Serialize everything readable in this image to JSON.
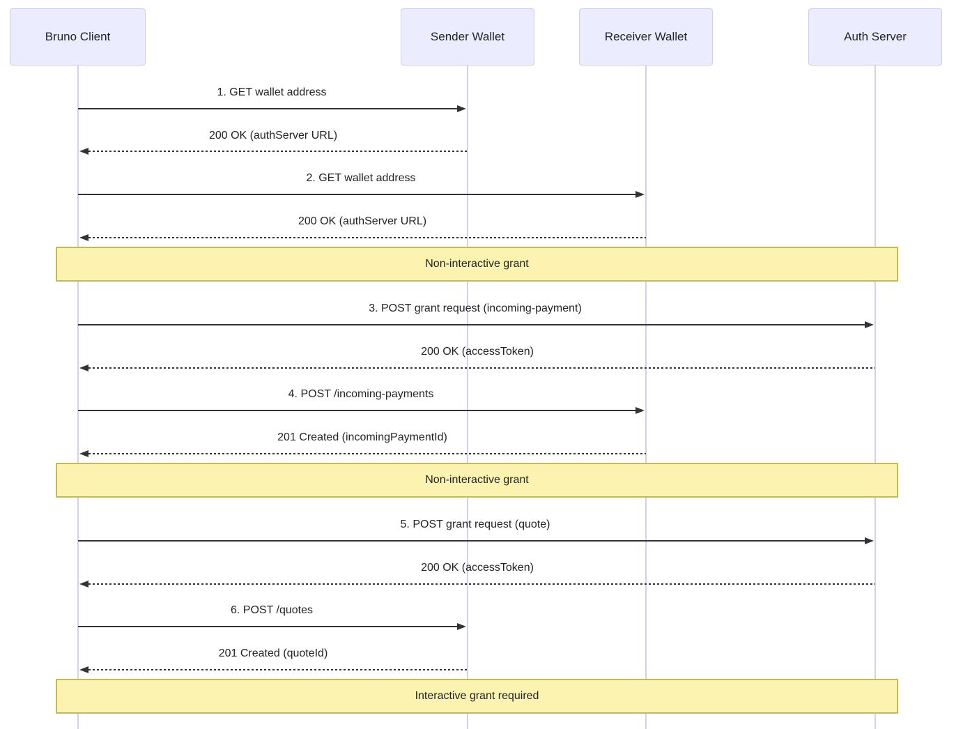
{
  "diagram": {
    "type": "sequence-diagram",
    "actors": [
      {
        "name": "Bruno Client"
      },
      {
        "name": "Sender Wallet"
      },
      {
        "name": "Receiver Wallet"
      },
      {
        "name": "Auth Server"
      }
    ],
    "messages": [
      {
        "label": "1. GET wallet address",
        "from": "Bruno Client",
        "to": "Sender Wallet",
        "line": "solid"
      },
      {
        "label": "200 OK (authServer URL)",
        "from": "Sender Wallet",
        "to": "Bruno Client",
        "line": "dashed"
      },
      {
        "label": "2. GET wallet address",
        "from": "Bruno Client",
        "to": "Receiver Wallet",
        "line": "solid"
      },
      {
        "label": "200 OK (authServer URL)",
        "from": "Receiver Wallet",
        "to": "Bruno Client",
        "line": "dashed"
      },
      {
        "label": "3. POST grant request (incoming-payment)",
        "from": "Bruno Client",
        "to": "Auth Server",
        "line": "solid"
      },
      {
        "label": "200 OK (accessToken)",
        "from": "Auth Server",
        "to": "Bruno Client",
        "line": "dashed"
      },
      {
        "label": "4. POST /incoming-payments",
        "from": "Bruno Client",
        "to": "Receiver Wallet",
        "line": "solid"
      },
      {
        "label": "201 Created (incomingPaymentId)",
        "from": "Receiver Wallet",
        "to": "Bruno Client",
        "line": "dashed"
      },
      {
        "label": "5. POST grant request (quote)",
        "from": "Bruno Client",
        "to": "Auth Server",
        "line": "solid"
      },
      {
        "label": "200 OK (accessToken)",
        "from": "Auth Server",
        "to": "Bruno Client",
        "line": "dashed"
      },
      {
        "label": "6. POST /quotes",
        "from": "Bruno Client",
        "to": "Sender Wallet",
        "line": "solid"
      },
      {
        "label": "201 Created (quoteId)",
        "from": "Sender Wallet",
        "to": "Bruno Client",
        "line": "dashed"
      }
    ],
    "banners": [
      {
        "label": "Non-interactive grant"
      },
      {
        "label": "Non-interactive grant"
      },
      {
        "label": "Interactive grant required"
      }
    ]
  },
  "colors": {
    "actor-fill": "#ECECFF",
    "actor-border": "#CFCCE8",
    "lifeline": "#D6D0EA",
    "arrow": "#333333",
    "text": "#232323",
    "banner-fill": "#FBF3AF",
    "banner-border": "#BDBC59"
  }
}
